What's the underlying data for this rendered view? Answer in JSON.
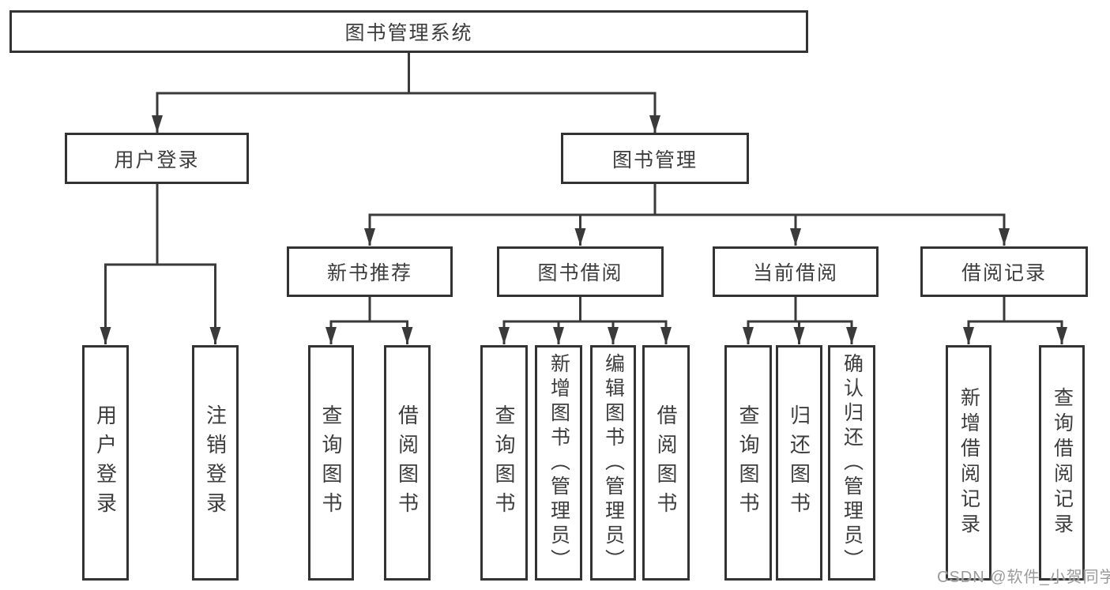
{
  "diagram": {
    "title": "图书管理系统",
    "root": "图书管理系统",
    "user_login": "用户登录",
    "leaf_user_login": "用户登录",
    "leaf_logout": "注销登录",
    "book_mgmt": "图书管理",
    "new_book_rec": "新书推荐",
    "rec_query_books": "查询图书",
    "rec_borrow_books": "借阅图书",
    "book_borrow": "图书借阅",
    "bb_query_books": "查询图书",
    "bb_add_books": "新增图书（管理员）",
    "bb_edit_books": "编辑图书（管理员）",
    "bb_borrow_books": "借阅图书",
    "current_borrow": "当前借阅",
    "cb_query_books": "查询图书",
    "cb_return_books": "归还图书",
    "cb_confirm_return": "确认归还（管理员）",
    "borrow_records": "借阅记录",
    "br_add_record": "新增借阅记录",
    "br_query_record": "查询借阅记录"
  },
  "watermark": "CSDN @软件_小贺同学",
  "colors": {
    "line": "#3a3a3a",
    "box_border": "#333333",
    "text": "#3d3d3d",
    "watermark": "#9b9b9b",
    "background": "#ffffff"
  }
}
